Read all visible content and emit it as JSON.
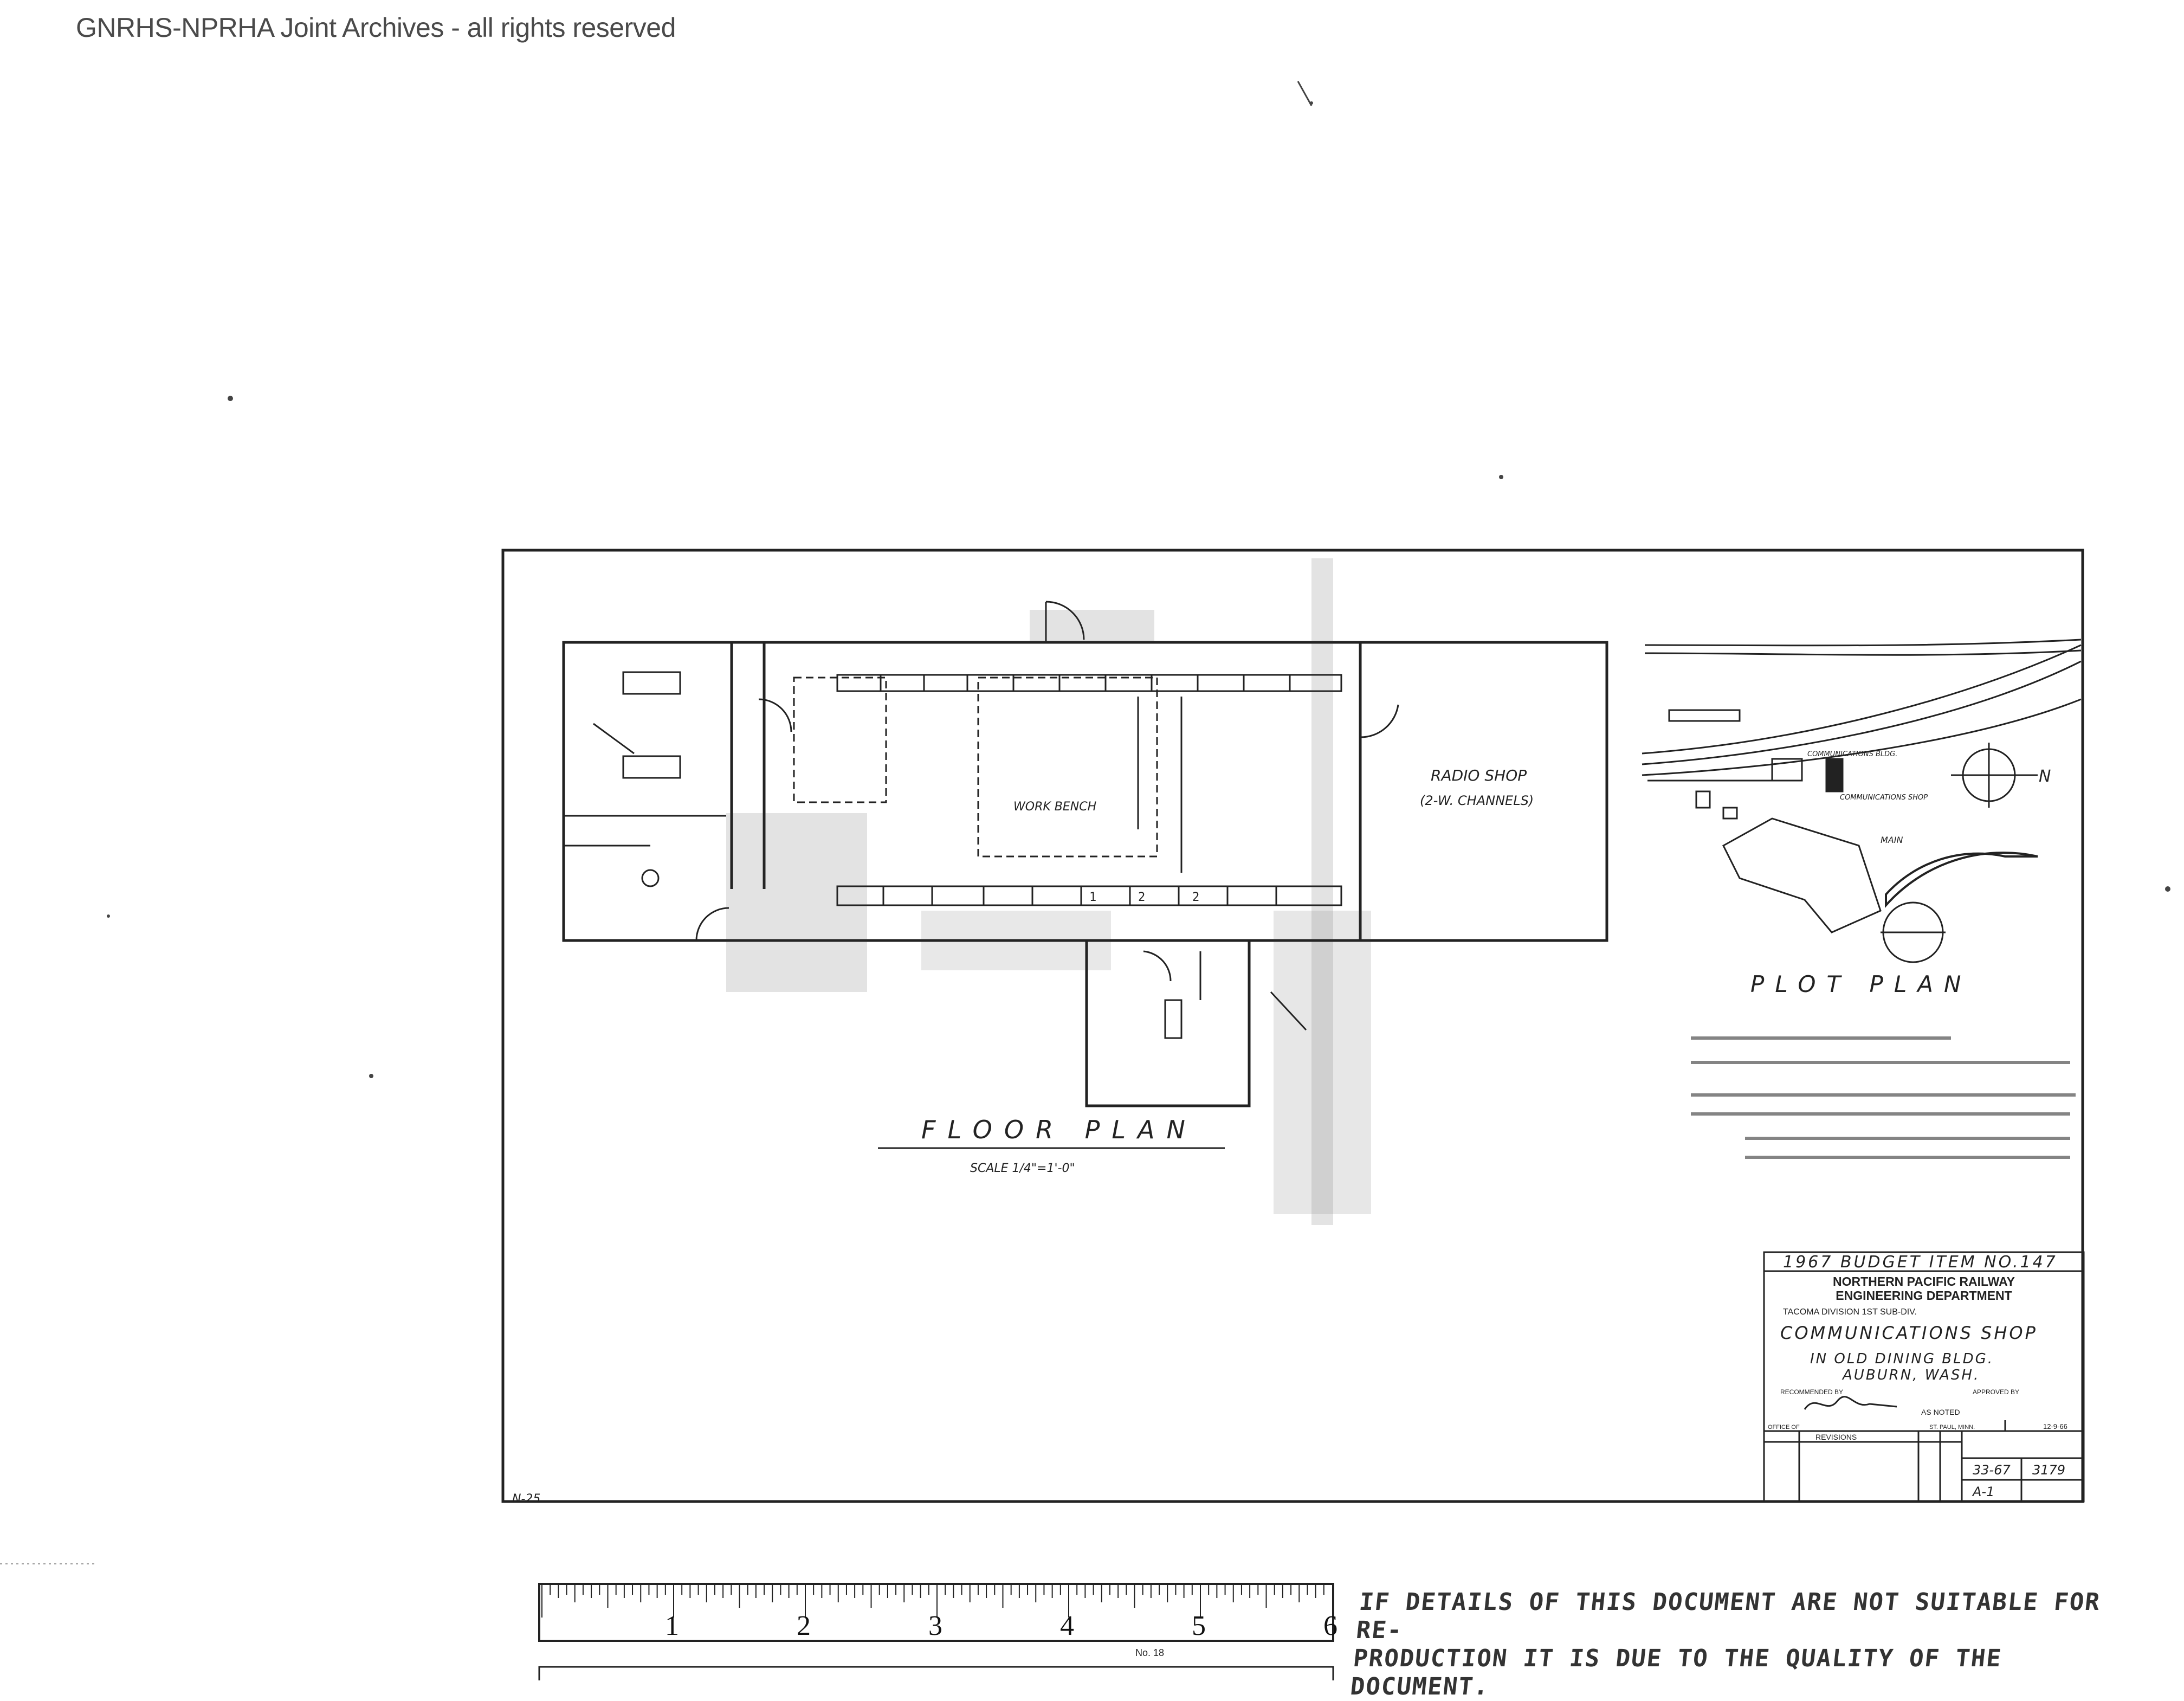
{
  "watermark": "GNRHS-NPRHA Joint Archives - all rights reserved",
  "drawing": {
    "floor_plan_title": "FLOOR PLAN",
    "floor_plan_scale": "SCALE 1/4\"=1'-0\"",
    "plot_plan_title": "PLOT PLAN",
    "radio_shop_label": "RADIO SHOP",
    "radio_shop_sub": "(2-W. CHANNELS)",
    "workbench_label": "WORK BENCH",
    "north_label": "N",
    "plot_labels": {
      "comm_bldg": "COMMUNICATIONS BLDG.",
      "comm_shop": "COMMUNICATIONS SHOP",
      "main": "MAIN"
    },
    "bench_numbers": [
      "1",
      "2",
      "2"
    ],
    "corner_mark": "N-25"
  },
  "title_block": {
    "budget": "1967 BUDGET ITEM NO.147",
    "company": "NORTHERN PACIFIC RAILWAY",
    "department": "ENGINEERING DEPARTMENT",
    "division": "TACOMA DIVISION 1ST SUB-DIV.",
    "project": "COMMUNICATIONS SHOP",
    "location1": "IN OLD DINING BLDG.",
    "location2": "AUBURN, WASH.",
    "recommended_by": "RECOMMENDED BY",
    "approved_by": "APPROVED BY",
    "scale": "AS NOTED",
    "office_of": "OFFICE OF",
    "place": "ST. PAUL, MINN.",
    "date": "12-9-66",
    "revisions": "REVISIONS",
    "file_no": "33-67",
    "drawing_no": "3179",
    "sheet": "A-1"
  },
  "ruler": {
    "numbers": [
      "1",
      "2",
      "3",
      "4",
      "5",
      "6"
    ],
    "maker_text": "No. 18"
  },
  "disclaimer": {
    "line1": "IF DETAILS OF THIS DOCUMENT ARE NOT SUITABLE FOR RE-",
    "line2": "PRODUCTION IT IS DUE TO THE QUALITY OF THE DOCUMENT."
  }
}
